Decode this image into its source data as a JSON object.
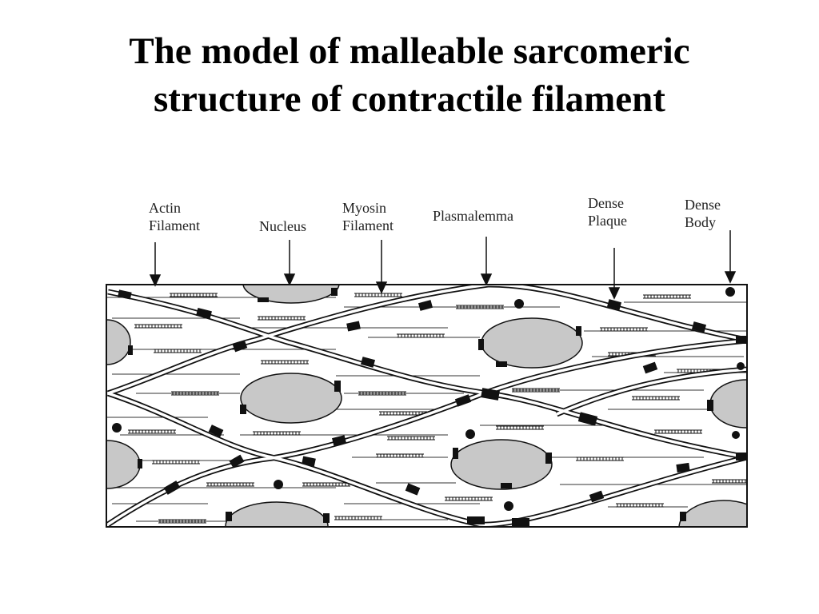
{
  "title": {
    "line1": "The model of malleable sarcomeric",
    "line2": "structure of contractile filament"
  },
  "labels": {
    "actin": [
      "Actin",
      "Filament"
    ],
    "nucleus": [
      "Nucleus"
    ],
    "myosin": [
      "Myosin",
      "Filament"
    ],
    "plasmalemma": [
      "Plasmalemma"
    ],
    "dense_plaque": [
      "Dense",
      "Plaque"
    ],
    "dense_body": [
      "Dense",
      "Body"
    ]
  },
  "colors": {
    "nucleus_fill": "#c8c8c8",
    "ink": "#111111",
    "background": "#ffffff"
  }
}
